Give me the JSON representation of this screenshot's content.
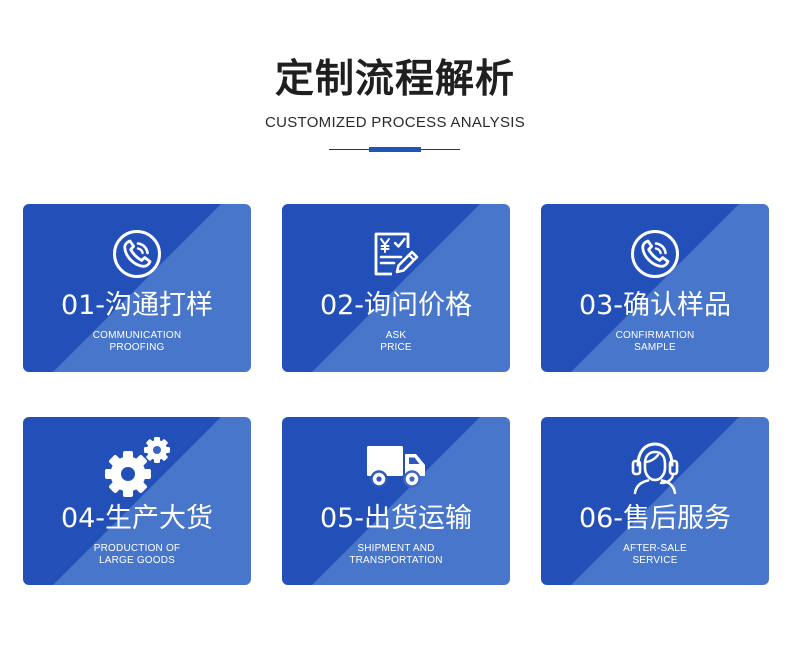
{
  "header": {
    "title": "定制流程解析",
    "subtitle": "CUSTOMIZED PROCESS ANALYSIS"
  },
  "colors": {
    "accent": "#1f55b5",
    "card_dark": "#2350b8",
    "card_light": "#4876ca",
    "text_dark": "#1f1f1f"
  },
  "cards": [
    {
      "title": "01-沟通打样",
      "desc_line1": "COMMUNICATION",
      "desc_line2": "PROOFING",
      "icon": "phone-icon"
    },
    {
      "title": "02-询问价格",
      "desc_line1": "ASK",
      "desc_line2": "PRICE",
      "icon": "price-document-icon"
    },
    {
      "title": "03-确认样品",
      "desc_line1": "CONFIRMATION",
      "desc_line2": "SAMPLE",
      "icon": "phone-icon"
    },
    {
      "title": "04-生产大货",
      "desc_line1": "PRODUCTION OF",
      "desc_line2": "LARGE GOODS",
      "icon": "gears-icon"
    },
    {
      "title": "05-出货运输",
      "desc_line1": "SHIPMENT AND",
      "desc_line2": "TRANSPORTATION",
      "icon": "truck-icon"
    },
    {
      "title": "06-售后服务",
      "desc_line1": "AFTER-SALE",
      "desc_line2": "SERVICE",
      "icon": "customer-service-icon"
    }
  ]
}
